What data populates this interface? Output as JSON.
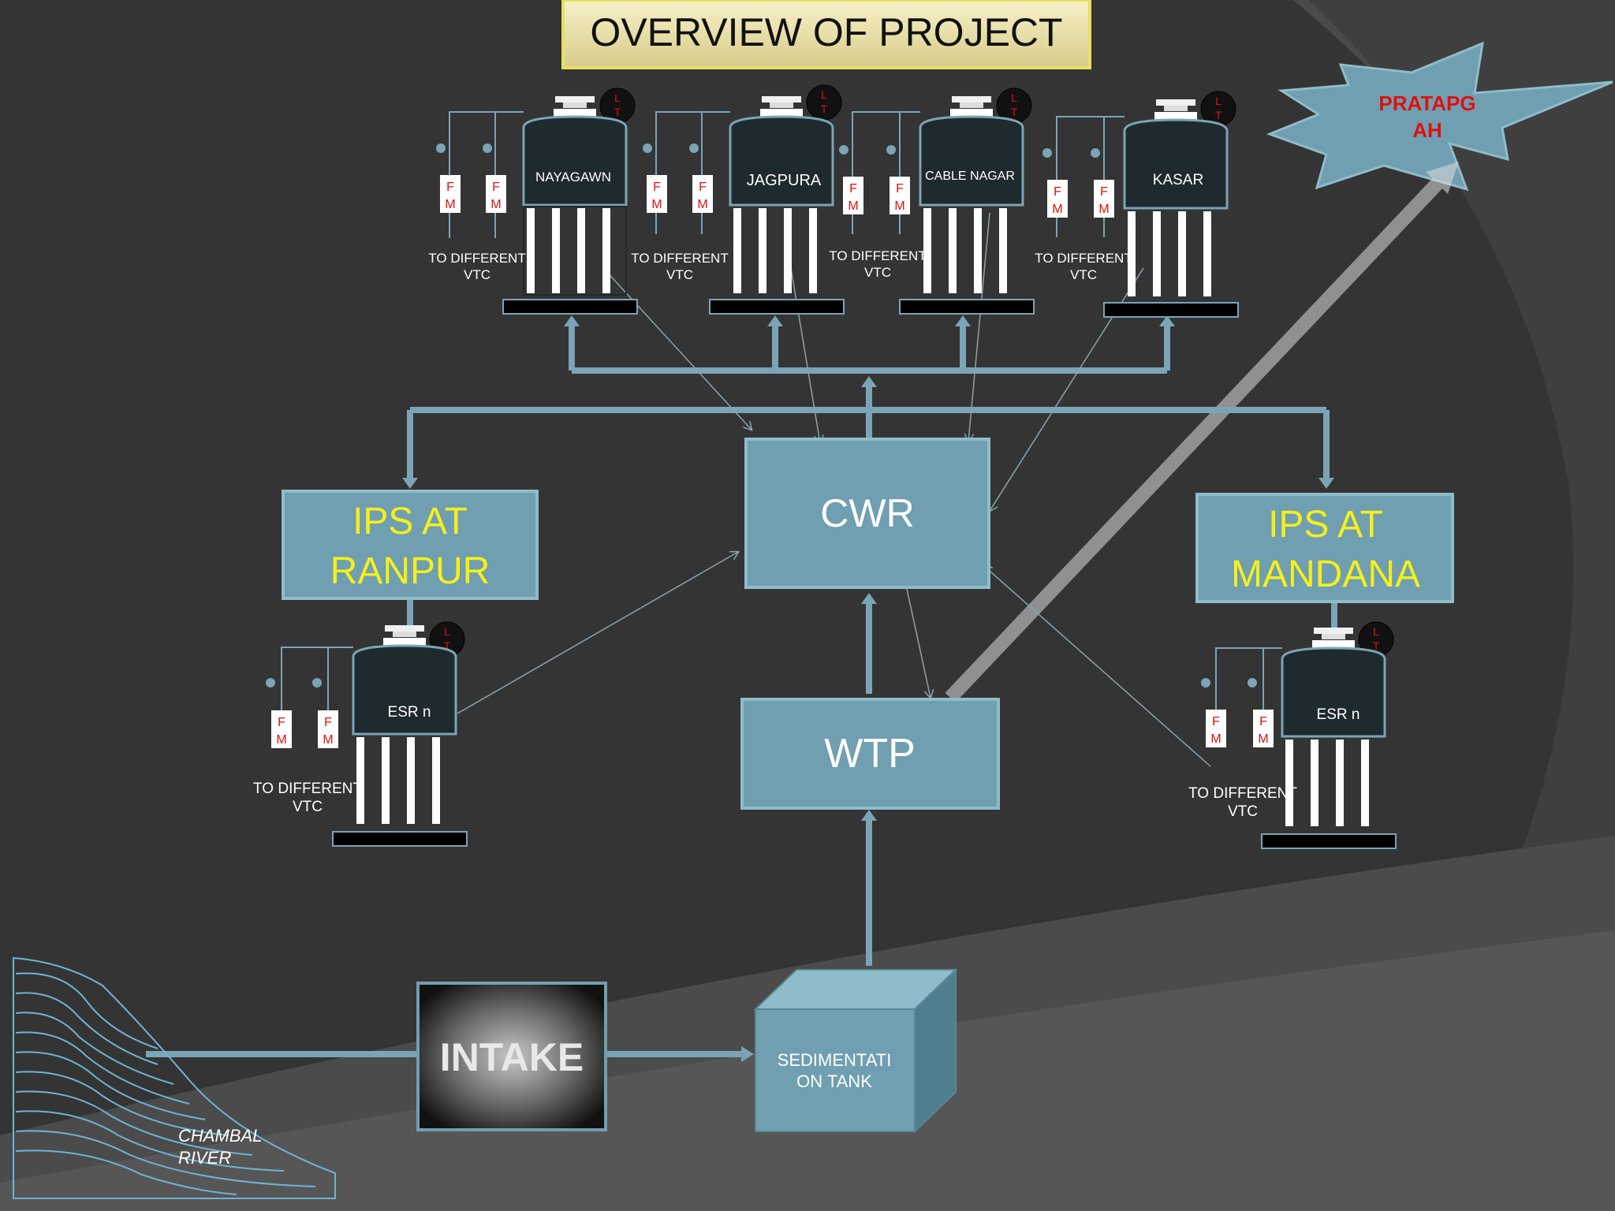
{
  "title": "OVERVIEW OF PROJECT",
  "destination": {
    "line1": "PRATAPG",
    "line2": "AH"
  },
  "tank_labels": {
    "lt_top": "L",
    "lt_bottom": "T",
    "fm_top": "F",
    "fm_bottom": "M",
    "vtc_line1": "TO DIFFERENT",
    "vtc_line2": "VTC"
  },
  "top_tanks": [
    {
      "name": "NAYAGAWN"
    },
    {
      "name": "JAGPURA"
    },
    {
      "name": "CABLE NAGAR"
    },
    {
      "name": "KASAR"
    }
  ],
  "ips_ranpur": {
    "line1": "IPS AT",
    "line2": "RANPUR",
    "esr": "ESR n"
  },
  "ips_mandana": {
    "line1": "IPS AT",
    "line2": "MANDANA",
    "esr": "ESR n"
  },
  "cwr": "CWR",
  "wtp": "WTP",
  "intake": "INTAKE",
  "sedimentation": {
    "line1": "SEDIMENTATI",
    "line2": "ON TANK"
  },
  "river": {
    "line1": "CHAMBAL",
    "line2": "RIVER"
  },
  "colors": {
    "box": "#6f9fb0",
    "pipe": "#7ba4b6",
    "yellow_text": "#f5ef1c",
    "red": "#e01010",
    "background": "#343434"
  }
}
